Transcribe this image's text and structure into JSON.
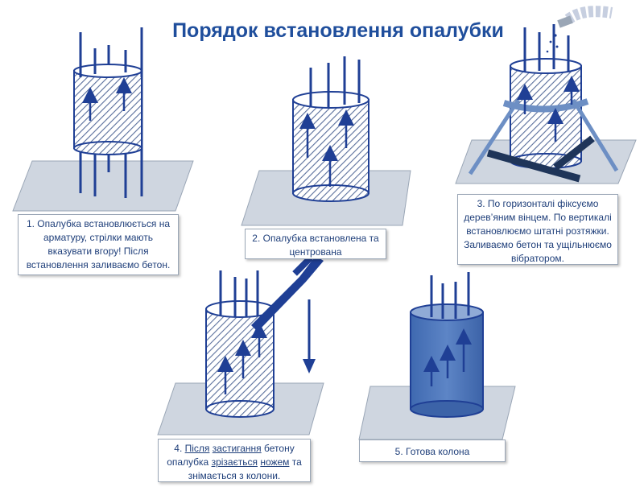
{
  "title": "Порядок встановлення опалубки",
  "colors": {
    "accent": "#1f4e9c",
    "rebar": "#1f3f95",
    "platform": "#cfd6e0",
    "hatch": "#5a6f9c",
    "concrete": "#4a74b8"
  },
  "icons": [
    "knife-icon",
    "arrow-down-icon",
    "hose-icon"
  ],
  "steps": [
    {
      "text": "1. Опалубка встановлюється на арматуру, стрілки мають вказувати вгору! Після встановлення заливаємо бетон.",
      "underlined": []
    },
    {
      "text": "2. Опалубка встановлена та центрована",
      "underlined": []
    },
    {
      "text": "3. По горизонталі фіксуємо дерев’яним вінцем. По вертикалі встановлюємо штатні розтяжки. Заливаємо бетон та ущільнюємо вібратором.",
      "underlined": []
    },
    {
      "text": "4. Після застигання бетону опалубка зрізається ножем та знімається з колони.",
      "underlined": [
        "Після",
        "застигання",
        "зрізається",
        "ножем"
      ]
    },
    {
      "text": "5. Готова колона",
      "underlined": []
    }
  ]
}
